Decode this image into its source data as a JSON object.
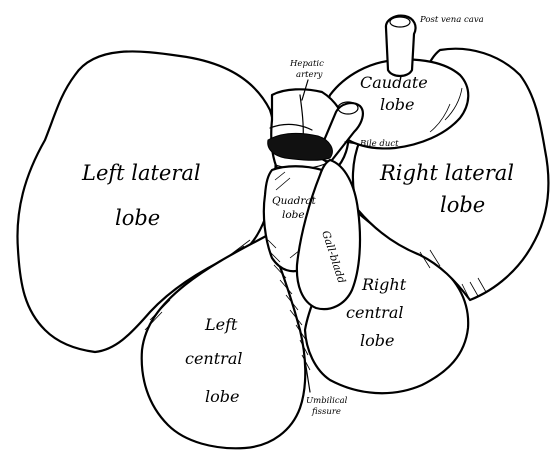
{
  "labels": {
    "post_vena_cava": "Post vena cava",
    "hepatic_artery_line1": "Hepatic",
    "hepatic_artery_line2": "artery",
    "caudate_line1": "Caudate",
    "caudate_line2": "lobe",
    "bile_duct": "Bile duct",
    "left_lateral_line1": "Left lateral",
    "left_lateral_line2": "lobe",
    "right_lateral_line1": "Right lateral",
    "right_lateral_line2": "lobe",
    "quadrate_line1": "Quadrat",
    "quadrate_line2": "lobe",
    "gall_bladder": "Gall-bladd",
    "left_central_line1": "Left",
    "left_central_line2": "central",
    "left_central_line3": "lobe",
    "right_central_line1": "Right",
    "right_central_line2": "central",
    "right_central_line3": "lobe",
    "umbilical_line1": "Umbilical",
    "umbilical_line2": "fissure"
  },
  "colors": {
    "ink": "#000000",
    "paper": "#ffffff"
  }
}
